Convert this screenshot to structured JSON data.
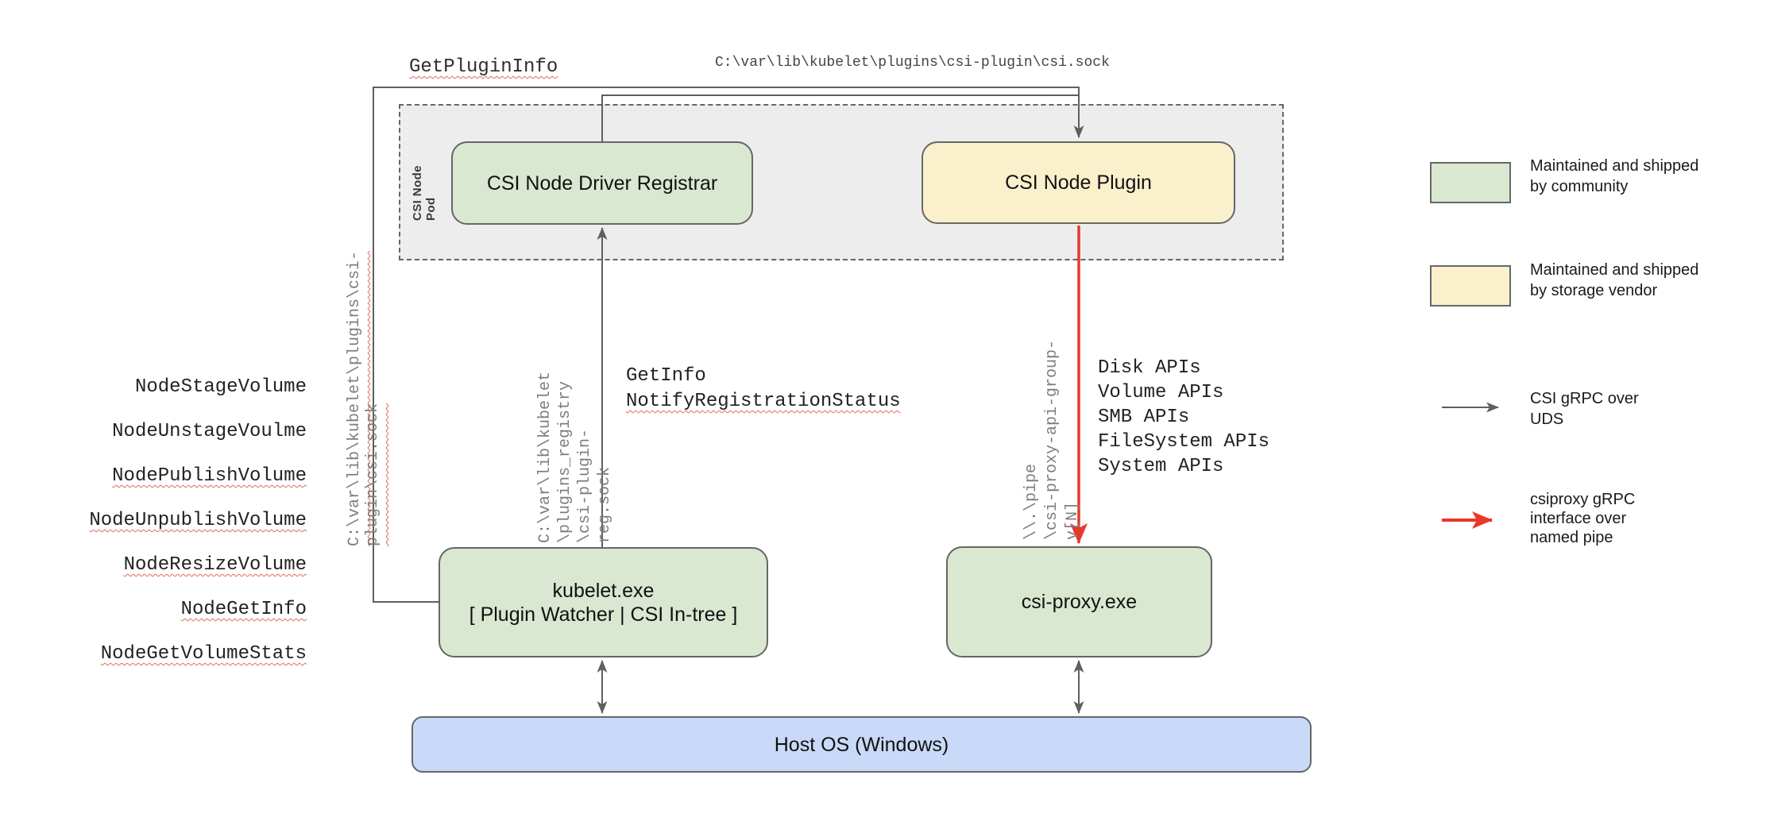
{
  "nodes": {
    "pod_label": "CSI Node Pod",
    "registrar": "CSI Node Driver Registrar",
    "plugin": "CSI Node Plugin",
    "kubelet": "kubelet.exe\n[ Plugin Watcher | CSI In-tree ]",
    "csi_proxy": "csi-proxy.exe",
    "host_os": "Host OS (Windows)"
  },
  "labels": {
    "get_plugin_info": "GetPluginInfo",
    "csi_sock_path_top": "C:\\var\\lib\\kubelet\\plugins\\csi-plugin\\csi.sock",
    "csi_sock_path_vertical": "C:\\var\\lib\\kubelet\\plugins\\csi-plugin\\csi.sock",
    "node_calls": [
      "NodeStageVolume",
      "NodeUnstageVoulme",
      "NodePublishVolume",
      "NodeUnpublishVolume",
      "NodeResizeVolume",
      "NodeGetInfo",
      "NodeGetVolumeStats"
    ],
    "get_info": "GetInfo",
    "notify_registration_status": "NotifyRegistrationStatus",
    "reg_sock_path": "C:\\var\\lib\\kubelet\n\\plugins_registry\n\\csi-plugin-reg.sock",
    "pipe_path": "\\\\.\\pipe\n\\csi-proxy-api-group-v[N]",
    "api_list": "Disk APIs\nVolume APIs\nSMB APIs\nFileSystem APIs\nSystem APIs"
  },
  "legend": {
    "community": "Maintained and shipped\nby community",
    "vendor": "Maintained and shipped\nby storage vendor",
    "uds_arrow": "CSI gRPC over\nUDS",
    "pipe_arrow": "csiproxy gRPC\ninterface over\nnamed pipe"
  },
  "colors": {
    "community_green": "#dae7d1",
    "vendor_yellow": "#fbf0cc",
    "host_blue": "#c9daf8",
    "pod_gray": "#ededed",
    "line_gray": "#5f5f5f",
    "pipe_red": "#e8382b",
    "squiggle_red": "#e0695c"
  }
}
